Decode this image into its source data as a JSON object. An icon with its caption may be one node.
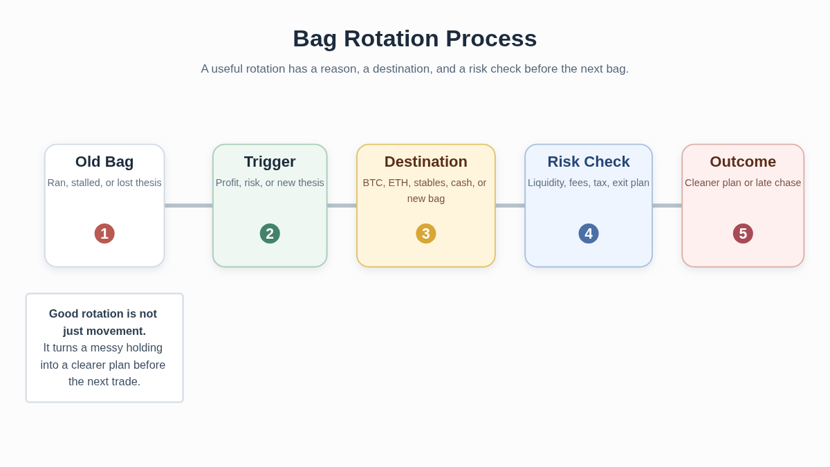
{
  "diagram": {
    "title": "Bag Rotation Process",
    "nodes": [
      {
        "text": [
          "Old Bag",
          "Ran, stalled, or lost thesis"
        ]
      },
      {
        "text": [
          "1"
        ],
        "in": 0
      },
      {
        "text": [
          "Trigger",
          "Profit, risk, or new thesis"
        ]
      },
      {
        "text": [
          "2"
        ],
        "in": 2
      },
      {
        "text": [
          "Destination",
          "BTC, ETH, stables, cash, or new bag"
        ]
      },
      {
        "text": [
          "3"
        ],
        "in": 4
      },
      {
        "text": [
          "Risk Check",
          "Liquidity, fees, tax, exit plan"
        ]
      },
      {
        "text": [
          "4"
        ],
        "in": 6
      },
      {
        "text": [
          "Outcome",
          "Cleaner plan or late chase"
        ]
      },
      {
        "text": [
          "5"
        ],
        "in": 8
      },
      {
        "text": [
          "Good rotation is not just movement.",
          "It turns a messy holding into a clearer plan before the next trade."
        ]
      }
    ],
    "edges": [
      {
        "from": 0,
        "to": 2,
        "arrow": "none"
      },
      {
        "from": 2,
        "to": 4,
        "arrow": "none"
      },
      {
        "from": 4,
        "to": 6,
        "arrow": "none"
      },
      {
        "from": 6,
        "to": 8,
        "arrow": "none"
      }
    ],
    "labels": [
      "A useful rotation has a reason, a destination, and a risk check before the next bag."
    ]
  }
}
